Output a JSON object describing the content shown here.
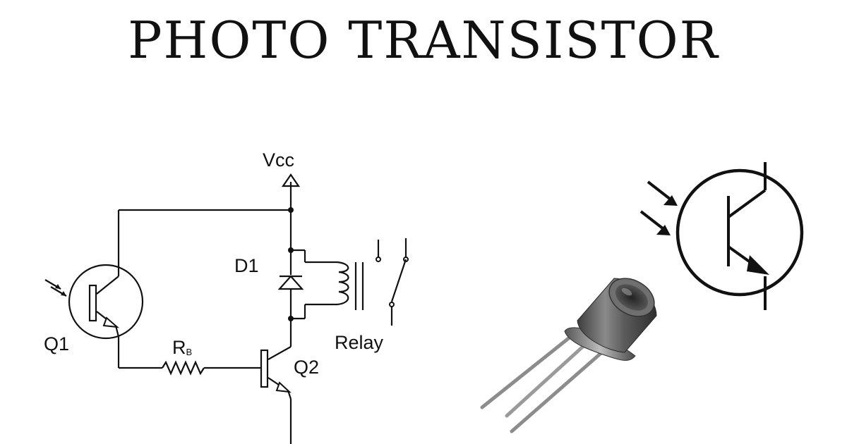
{
  "title": "PHOTO TRANSISTOR",
  "circuit": {
    "supply_label": "Vcc",
    "diode_label": "D1",
    "phototransistor_label": "Q1",
    "resistor_label_main": "R",
    "resistor_label_sub": "B",
    "transistor_label": "Q2",
    "relay_label": "Relay"
  },
  "symbol": {
    "type": "npn-phototransistor"
  },
  "photo": {
    "subject": "phototransistor-component",
    "body_color": "#6b6b6b",
    "lead_color": "#9a9a9a"
  }
}
